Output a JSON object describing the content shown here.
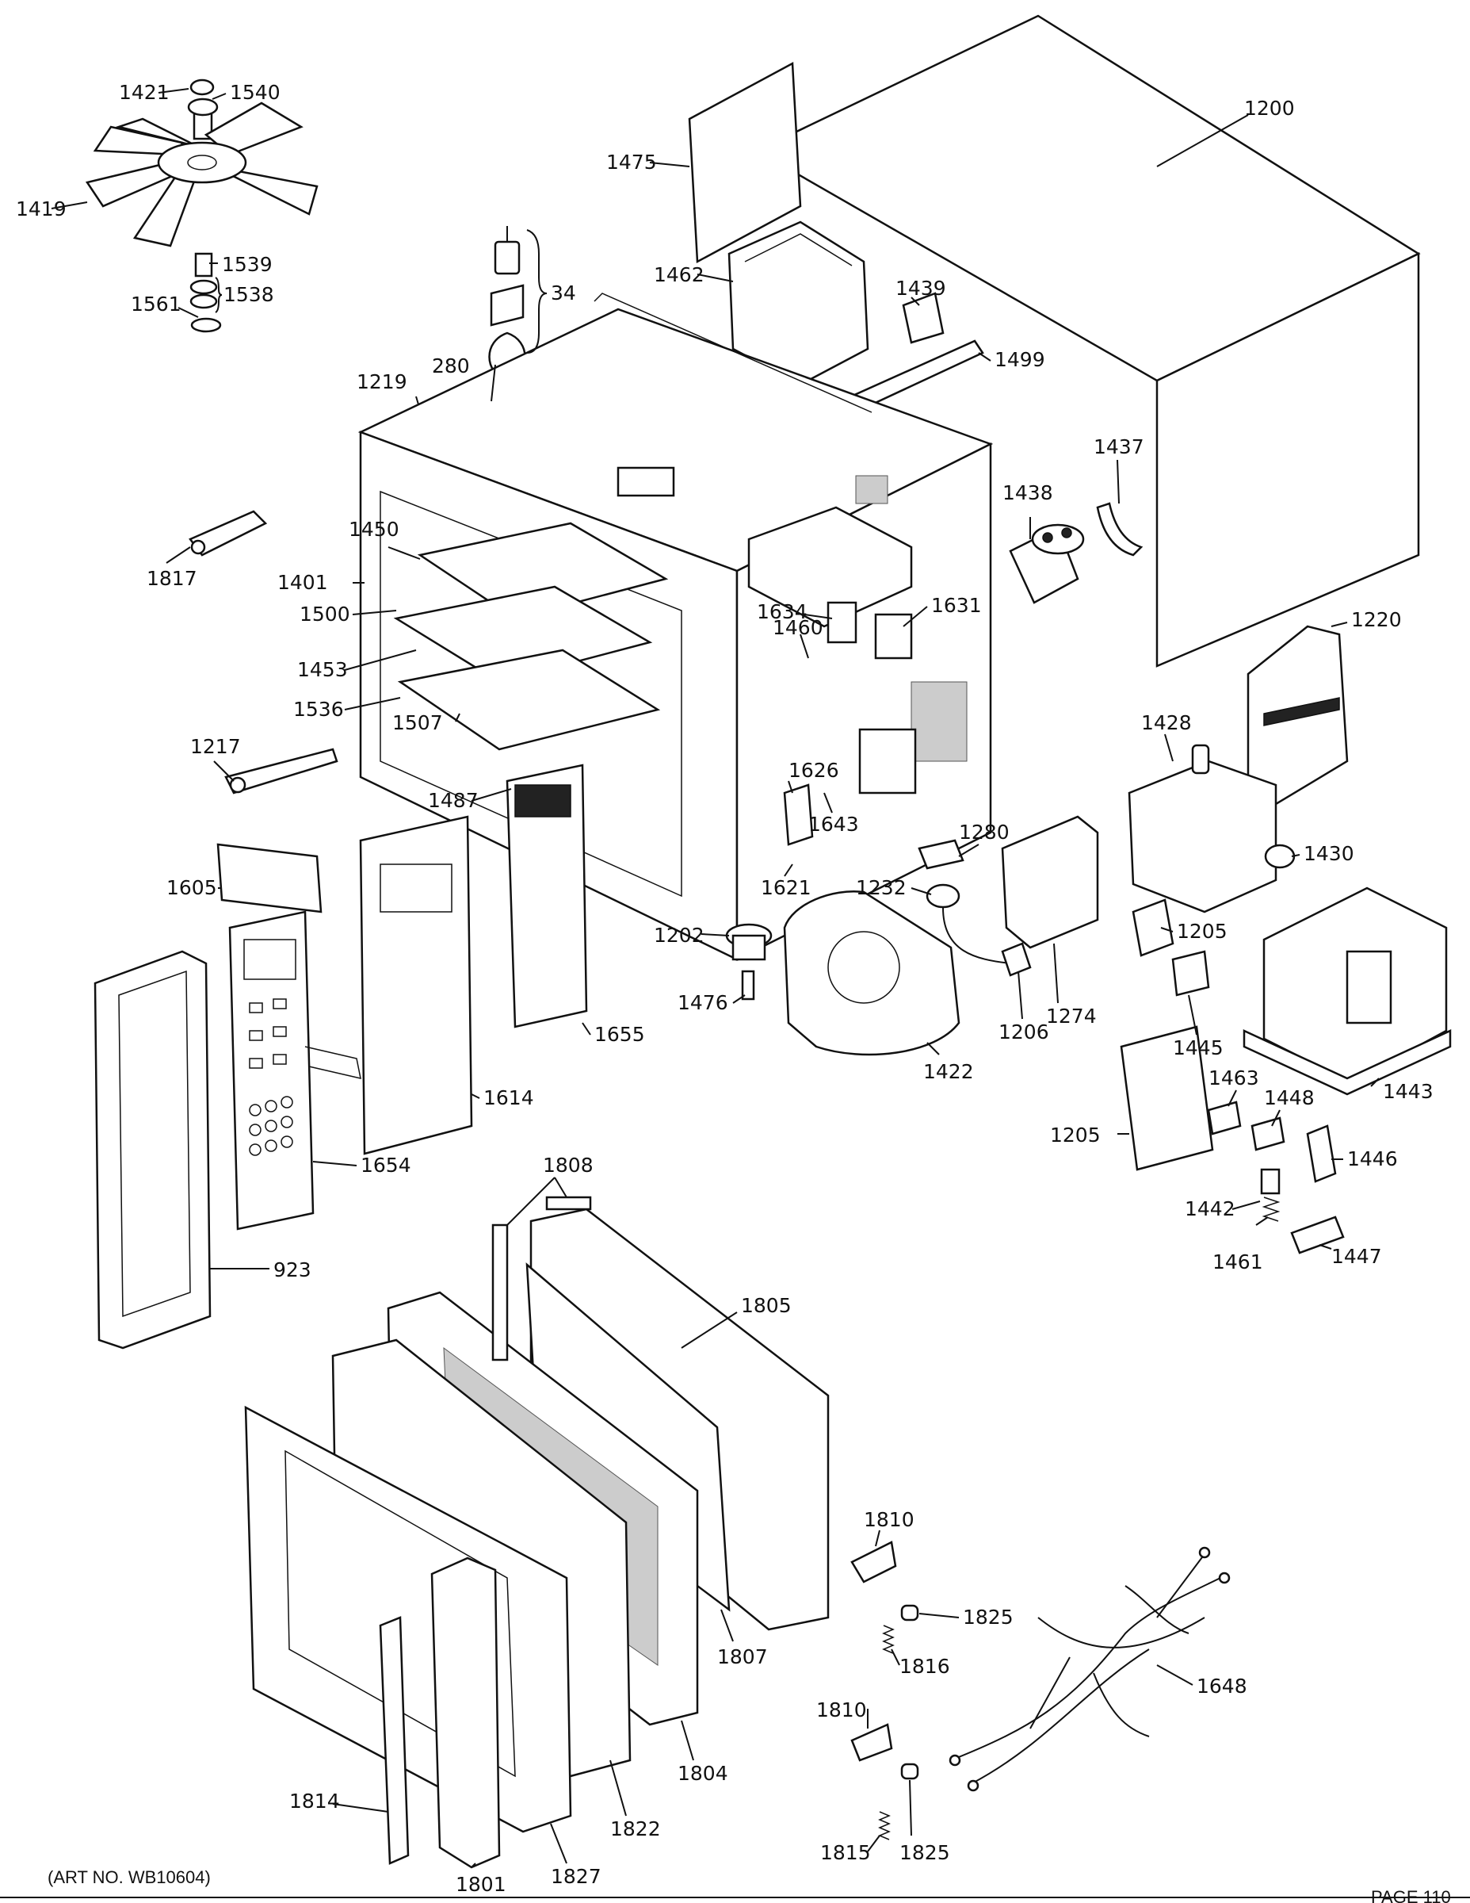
{
  "footer": {
    "art_no": "(ART NO. WB10604)",
    "page_ref": "PAGE 110"
  },
  "labels": {
    "l1421": "1421",
    "l1540": "1540",
    "l1419": "1419",
    "l1539": "1539",
    "l1538": "1538",
    "l1561": "1561",
    "l34": "34",
    "l280": "280",
    "l1475": "1475",
    "l1200": "1200",
    "l1462": "1462",
    "l1439": "1439",
    "l1499": "1499",
    "l1219": "1219",
    "l1437": "1437",
    "l1438": "1438",
    "l1450": "1450",
    "l1817": "1817",
    "l1401": "1401",
    "l1500": "1500",
    "l1634": "1634",
    "l1631": "1631",
    "l1460": "1460",
    "l1453": "1453",
    "l1536": "1536",
    "l1507": "1507",
    "l1217": "1217",
    "l1220": "1220",
    "l1428": "1428",
    "l1487": "1487",
    "l1626": "1626",
    "l1643": "1643",
    "l1280": "1280",
    "l1430": "1430",
    "l1605": "1605",
    "l1621": "1621",
    "l1232": "1232",
    "l1205a": "1205",
    "l1202": "1202",
    "l1476": "1476",
    "l1655": "1655",
    "l1206": "1206",
    "l1274": "1274",
    "l1445": "1445",
    "l1422": "1422",
    "l1443": "1443",
    "l1614": "1614",
    "l1463": "1463",
    "l1448": "1448",
    "l1205b": "1205",
    "l1446": "1446",
    "l1654": "1654",
    "l1808": "1808",
    "l1442": "1442",
    "l1461": "1461",
    "l1447": "1447",
    "l923": "923",
    "l1805": "1805",
    "l1810a": "1810",
    "l1825a": "1825",
    "l1807": "1807",
    "l1816": "1816",
    "l1648": "1648",
    "l1810b": "1810",
    "l1804": "1804",
    "l1814": "1814",
    "l1822": "1822",
    "l1815": "1815",
    "l1825b": "1825",
    "l1827": "1827",
    "l1801": "1801"
  }
}
